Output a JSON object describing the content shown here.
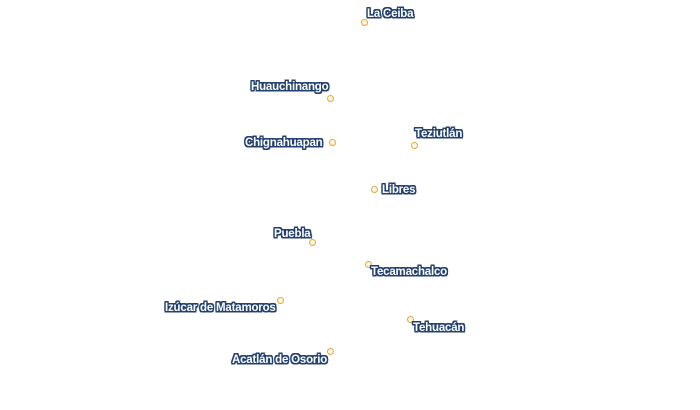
{
  "map": {
    "colors": {
      "background": "#ffffff",
      "marker_stroke": "#e3a83a",
      "marker_fill": "#fff7e2",
      "label_text": "#ffffff",
      "label_halo": "#23406f"
    },
    "marker_icon": "circle-marker",
    "cities": [
      {
        "name": "La Ceiba"
      },
      {
        "name": "Huauchinango"
      },
      {
        "name": "Chignahuapan"
      },
      {
        "name": "Teziutlán"
      },
      {
        "name": "Libres"
      },
      {
        "name": "Puebla"
      },
      {
        "name": "Tecamachalco"
      },
      {
        "name": "Izúcar de Matamoros"
      },
      {
        "name": "Tehuacán"
      },
      {
        "name": "Acatlán de Osorio"
      }
    ]
  }
}
